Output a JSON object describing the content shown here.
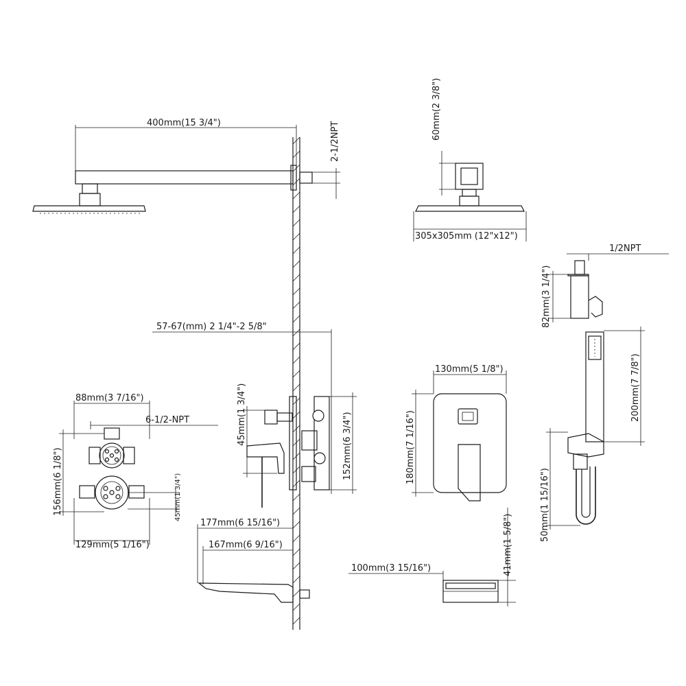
{
  "labels": {
    "arm_length": "400mm(15 3/4\")",
    "arm_thread": "2-1/2NPT",
    "head_offset": "60mm(2 3/8\")",
    "head_size": "305x305mm (12\"x12\")",
    "holder_thread": "1/2NPT",
    "holder_height": "82mm(3 1/4\")",
    "wall_depth": "57-67(mm)   2 1/4\"-2 5/8\"",
    "hand_length": "200mm(7 7/8\")",
    "plate_width": "130mm(5 1/8\")",
    "plate_height": "180mm(7 1/16\")",
    "valve_width": "88mm(3 7/16\")",
    "valve_thread": "6-1/2-NPT",
    "valve_height": "156mm(6 1/8\")",
    "valve_45": "45mm(1 3/4\")",
    "valve_body_152": "152mm(6 3/4\")",
    "valve_45_small": "45mm(1 3/4\")",
    "valve_base": "129mm(5 1/16\")",
    "spout_177": "177mm(6 15/16\")",
    "spout_167": "167mm(6 9/16\")",
    "spout_front": "100mm(3 15/16\")",
    "spout_41": "41mm(1 5/8\")",
    "hose_50": "50mm(1 15/16\")"
  }
}
